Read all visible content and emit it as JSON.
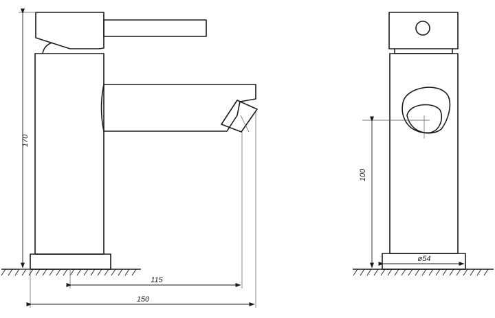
{
  "drawing": {
    "dimensions": {
      "height_total": "170",
      "spout_reach": "115",
      "overall_length": "150",
      "spout_height": "100",
      "base_diameter": "ø54"
    }
  }
}
